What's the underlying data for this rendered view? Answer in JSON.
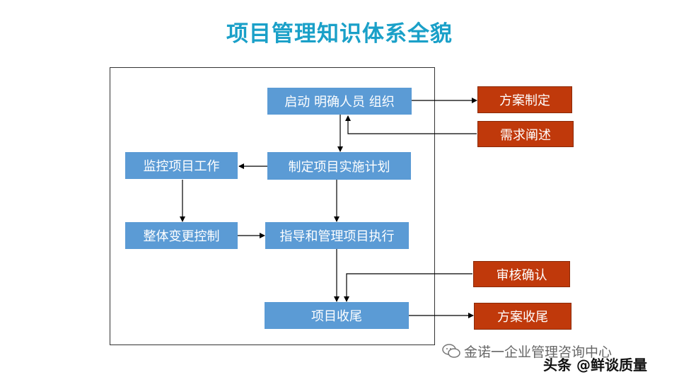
{
  "title": "项目管理知识体系全貌",
  "boxes": {
    "start": "启动  明确人员  组织",
    "plan": "制定项目实施计划",
    "monitor": "监控项目工作",
    "change": "整体变更控制",
    "execute": "指导和管理项目执行",
    "close": "项目收尾",
    "plan_define": "方案制定",
    "requirement": "需求阐述",
    "review": "审核确认",
    "plan_close": "方案收尾"
  },
  "colors": {
    "title": "#1aa0c8",
    "blue_box": "#5b9bd5",
    "red_box": "#c0390b"
  },
  "watermark": {
    "line1": "金诺一企业管理咨询中心",
    "line2": "头条 @鲜谈质量",
    "icon": "wechat-icon"
  }
}
